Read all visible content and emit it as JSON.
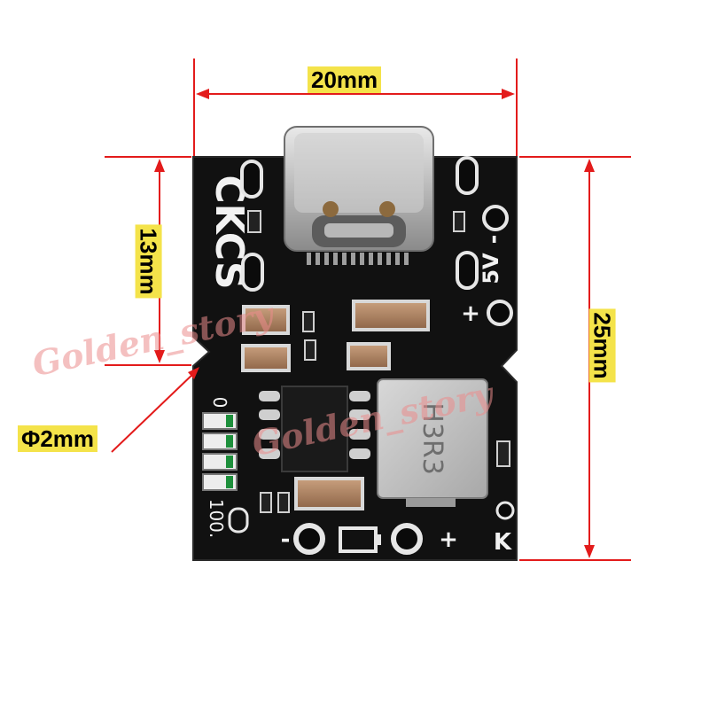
{
  "dimensions": {
    "width": "20mm",
    "height_total": "25mm",
    "height_upper": "13mm",
    "hole_diameter": "Φ2mm"
  },
  "board": {
    "brand": "CKCS",
    "label_5v": "5V",
    "label_minus_top": "-",
    "label_plus_mid": "+",
    "label_minus_bottom": "-",
    "label_plus_bottom": "+",
    "label_k": "K",
    "led_top": "0",
    "led_bottom": "100.",
    "inductor_marking": "H3R3"
  },
  "watermark": {
    "text_left": "Golden_story",
    "text_center": "Golden_story"
  },
  "colors": {
    "dimension_line": "#e31b1b",
    "label_background": "#f4e34a",
    "pcb": "#111111",
    "silkscreen": "#f2f2f2"
  }
}
